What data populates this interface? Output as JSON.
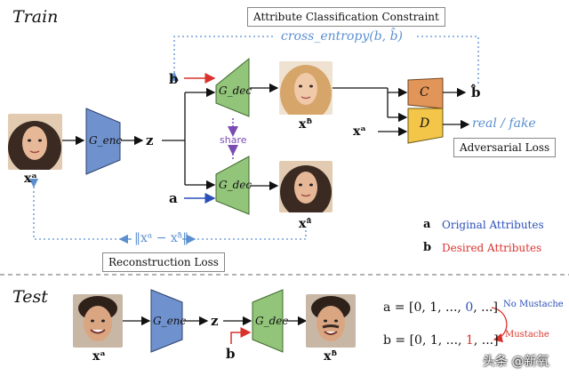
{
  "train": {
    "section_title": "Train",
    "attr_constraint_label": "Attribute Classification Constraint",
    "cross_entropy": "cross_entropy(b, b̂)",
    "b_label": "b",
    "a_label": "a",
    "xa_label": "xᵃ",
    "xb_hat_label": "xᵇ̂",
    "xa_hat_label": "xᵃ̂",
    "xa_d_label": "xᵃ",
    "z_label": "z",
    "g_enc": "G_enc",
    "g_dec": "G_dec",
    "share": "share",
    "c_label": "C",
    "d_label": "D",
    "real_fake": "real / fake",
    "b_hat_out": "b̂",
    "adversarial_loss": "Adversarial Loss",
    "recon_formula": "‖xᵃ − xᵃ̂‖",
    "reconstruction_loss": "Reconstruction Loss"
  },
  "legend": {
    "a_symbol": "a",
    "a_text": "Original Attributes",
    "b_symbol": "b",
    "b_text": "Desired Attributes"
  },
  "test": {
    "section_title": "Test",
    "xa_label": "xᵃ",
    "z_label": "z",
    "b_label": "b",
    "xb_hat_label": "xᵇ̂",
    "g_enc": "G_enc",
    "g_dec": "G_dec",
    "a_eq_prefix": "a = [0, 1, ..., ",
    "a_eq_val": "0",
    "a_eq_suffix": ", ...]",
    "b_eq_prefix": "b = [0, 1, ..., ",
    "b_eq_val": "1",
    "b_eq_suffix": ", ...]",
    "no_mustache": "No Mustache",
    "mustache": "Mustache"
  },
  "watermark": "头条 @新氧",
  "colors": {
    "enc_fill": "#6f92cf",
    "dec_fill": "#92c47a",
    "c_fill": "#e29558",
    "d_fill": "#f3c64a",
    "link_blue": "#5b8fcf",
    "red_arrow": "#d9322b",
    "blue_arrow": "#2b4fb8",
    "share_purple": "#7b4bb3"
  }
}
